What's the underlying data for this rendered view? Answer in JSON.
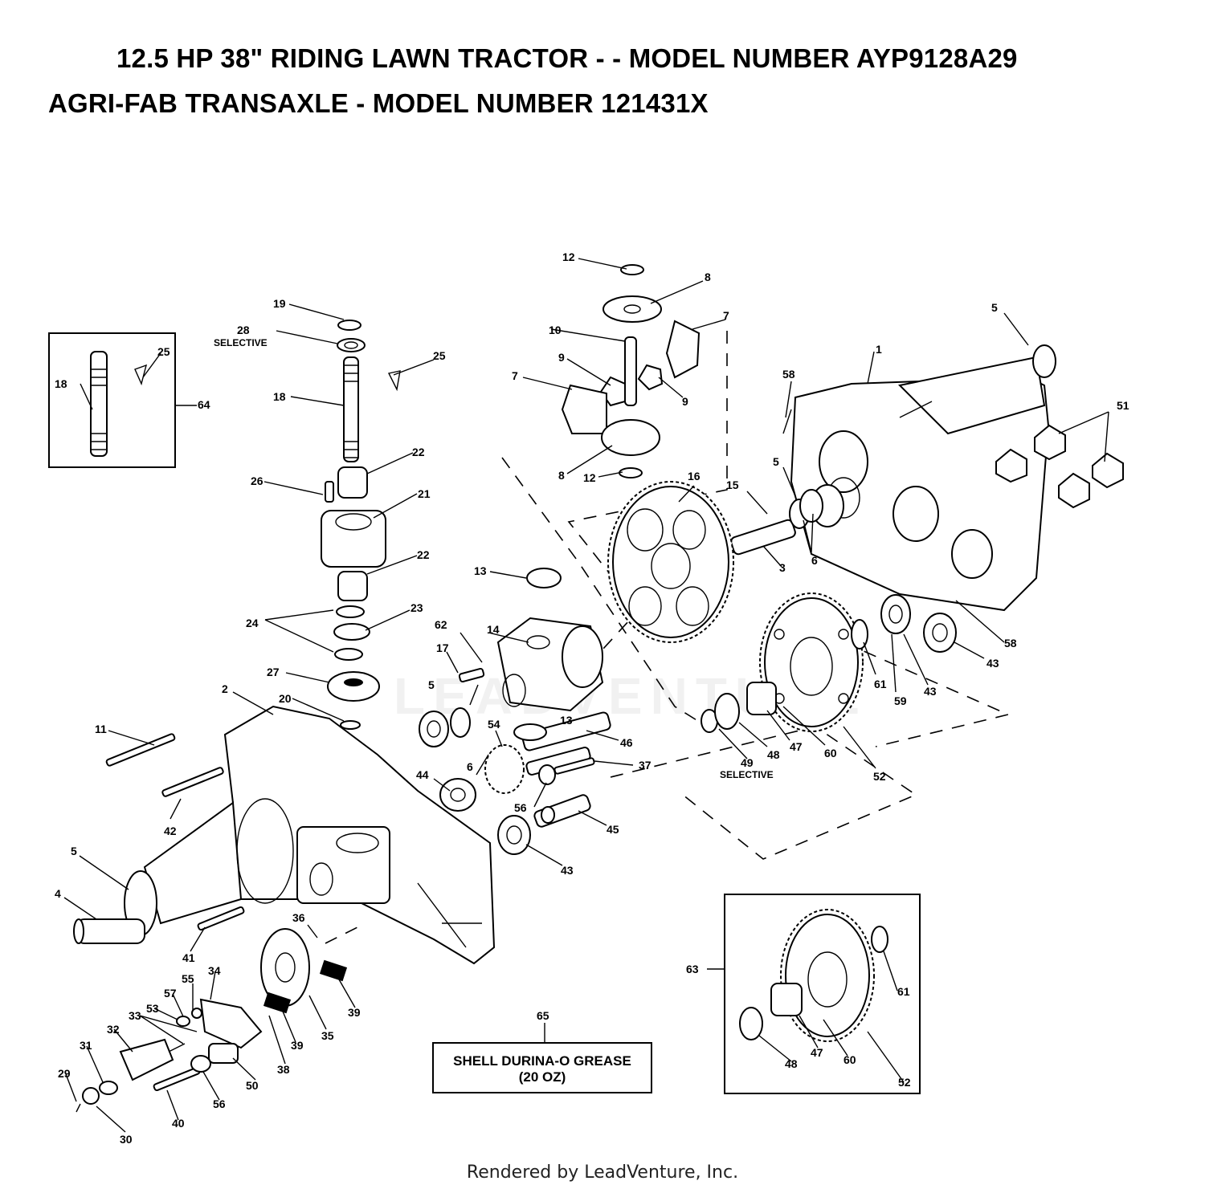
{
  "title_line1": "12.5 HP 38\" RIDING LAWN TRACTOR - - MODEL NUMBER AYP9128A29",
  "title_line2": "AGRI-FAB TRANSAXLE - MODEL NUMBER 121431X",
  "callouts": [
    {
      "id": "1"
    },
    {
      "id": "2"
    },
    {
      "id": "3"
    },
    {
      "id": "4"
    },
    {
      "id": "5"
    },
    {
      "id": "5"
    },
    {
      "id": "5"
    },
    {
      "id": "5"
    },
    {
      "id": "6"
    },
    {
      "id": "6"
    },
    {
      "id": "7"
    },
    {
      "id": "7"
    },
    {
      "id": "8"
    },
    {
      "id": "8"
    },
    {
      "id": "9"
    },
    {
      "id": "9"
    },
    {
      "id": "10"
    },
    {
      "id": "11"
    },
    {
      "id": "12"
    },
    {
      "id": "12"
    },
    {
      "id": "13"
    },
    {
      "id": "13"
    },
    {
      "id": "14"
    },
    {
      "id": "15"
    },
    {
      "id": "16"
    },
    {
      "id": "17"
    },
    {
      "id": "18"
    },
    {
      "id": "18"
    },
    {
      "id": "19"
    },
    {
      "id": "20"
    },
    {
      "id": "21"
    },
    {
      "id": "22"
    },
    {
      "id": "22"
    },
    {
      "id": "23"
    },
    {
      "id": "24"
    },
    {
      "id": "25"
    },
    {
      "id": "25"
    },
    {
      "id": "26"
    },
    {
      "id": "27"
    },
    {
      "id": "28"
    },
    {
      "id": "29"
    },
    {
      "id": "30"
    },
    {
      "id": "31"
    },
    {
      "id": "32"
    },
    {
      "id": "33"
    },
    {
      "id": "34"
    },
    {
      "id": "35"
    },
    {
      "id": "36"
    },
    {
      "id": "37"
    },
    {
      "id": "38"
    },
    {
      "id": "39"
    },
    {
      "id": "39"
    },
    {
      "id": "40"
    },
    {
      "id": "41"
    },
    {
      "id": "42"
    },
    {
      "id": "43"
    },
    {
      "id": "43"
    },
    {
      "id": "43"
    },
    {
      "id": "44"
    },
    {
      "id": "45"
    },
    {
      "id": "46"
    },
    {
      "id": "47"
    },
    {
      "id": "47"
    },
    {
      "id": "48"
    },
    {
      "id": "48"
    },
    {
      "id": "49"
    },
    {
      "id": "50"
    },
    {
      "id": "51"
    },
    {
      "id": "52"
    },
    {
      "id": "52"
    },
    {
      "id": "53"
    },
    {
      "id": "54"
    },
    {
      "id": "55"
    },
    {
      "id": "56"
    },
    {
      "id": "56"
    },
    {
      "id": "57"
    },
    {
      "id": "58"
    },
    {
      "id": "58"
    },
    {
      "id": "59"
    },
    {
      "id": "60"
    },
    {
      "id": "60"
    },
    {
      "id": "61"
    },
    {
      "id": "61"
    },
    {
      "id": "62"
    },
    {
      "id": "63"
    },
    {
      "id": "64"
    },
    {
      "id": "65"
    }
  ],
  "selective_note": "SELECTIVE",
  "grease_line1": "SHELL DURINA-O GREASE",
  "grease_line2": "(20 OZ)",
  "watermark": "LEADVENTURE",
  "footer": "Rendered by LeadVenture, Inc."
}
